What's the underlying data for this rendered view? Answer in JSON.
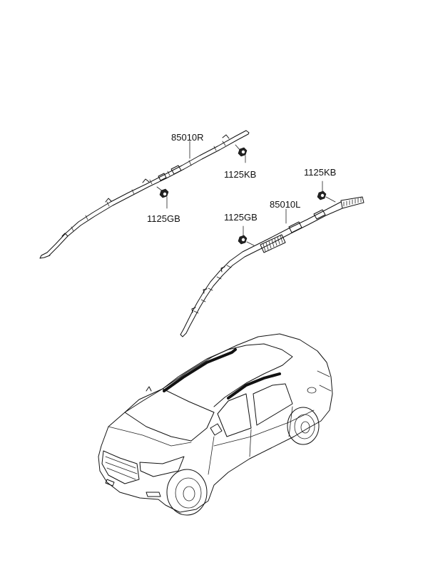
{
  "parts": {
    "airbag_right": "85010R",
    "airbag_left": "85010L",
    "bolt_kb_right": "1125KB",
    "bolt_gb_right": "1125GB",
    "bolt_kb_left": "1125KB",
    "bolt_gb_left": "1125GB"
  }
}
